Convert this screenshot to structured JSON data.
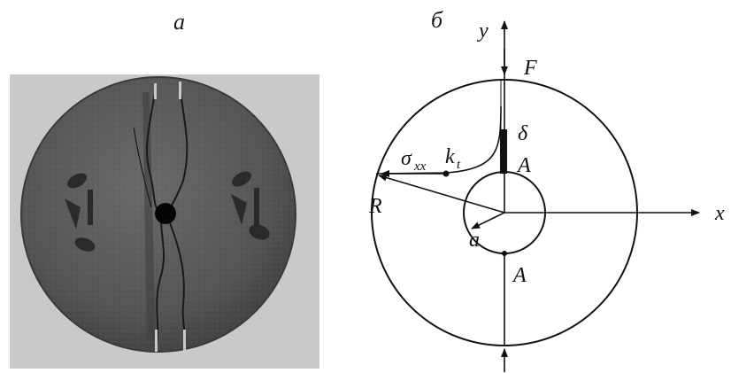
{
  "panel_a": {
    "label": "a"
  },
  "panel_b": {
    "label": "б",
    "labels": {
      "y": "y",
      "x": "x",
      "F": "F",
      "delta": "δ",
      "sigma": "σ",
      "sigma_sub": "xx",
      "k": "k",
      "k_sub": "t",
      "A_top": "A",
      "A_bottom": "A",
      "R": "R",
      "a": "a"
    }
  },
  "colors": {
    "photo_background": "#c9c9c7",
    "disk_surface": "#5a5a58",
    "ink": "#111111"
  }
}
